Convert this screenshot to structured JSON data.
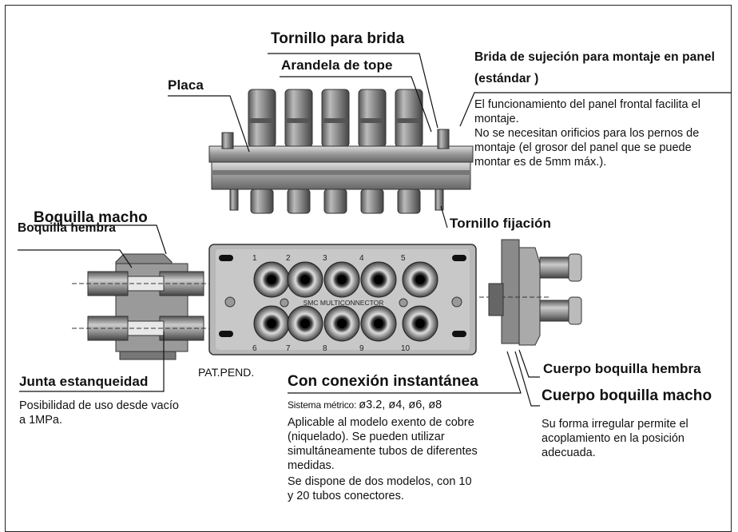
{
  "labels": {
    "tornillo_brida": "Tornillo para brida",
    "arandela": "Arandela de tope",
    "placa": "Placa",
    "brida_title_1": "Brida de sujeción para montaje en panel",
    "brida_title_2": "(estándar )",
    "boquilla_macho": "Boquilla macho",
    "boquilla_hembra": "Boquilla hembra",
    "tornillo_fijacion": "Tornillo fijación",
    "junta": "Junta estanqueidad",
    "con_conexion": "Con conexión instantánea",
    "cuerpo_hembra": "Cuerpo boquilla hembra",
    "cuerpo_macho": "Cuerpo boquilla macho",
    "pat_pend": "PAT.PEND."
  },
  "texts": {
    "brida_desc": "El funcionamiento del panel frontal facilita el montaje.",
    "brida_desc2": "No se necesitan orificios para los pernos de montaje (el grosor del panel que se puede montar es de 5mm máx.).",
    "junta_desc": "Posibilidad de uso desde vacío a 1MPa.",
    "sistema": "Sistema métrico: ",
    "sizes": "ø3.2, ø4, ø6, ø8",
    "conexion_desc": "Aplicable al modelo exento de cobre (niquelado). Se pueden utilizar simultáneamente tubos de diferentes medidas.",
    "conexion_desc2": "Se dispone de dos modelos, con 10 y 20 tubos conectores.",
    "macho_desc": "Su forma irregular permite el acoplamiento en la posición adecuada."
  },
  "plate": {
    "brand": "SMC MULTICONNECTOR",
    "top_numbers": [
      "1",
      "2",
      "3",
      "4",
      "5"
    ],
    "bottom_numbers": [
      "6",
      "7",
      "8",
      "9",
      "10"
    ]
  }
}
